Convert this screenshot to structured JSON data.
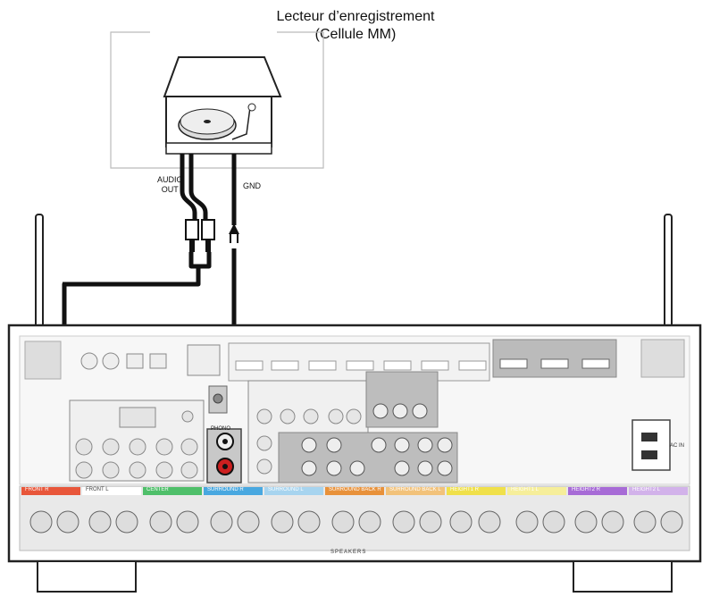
{
  "title": {
    "line1": "Lecteur d’enregistrement",
    "line2": "(Cellule MM)"
  },
  "labels": {
    "audio_out_1": "AUDIO",
    "audio_out_2": "OUT",
    "gnd": "GND",
    "ac_in": "AC IN",
    "speakers": "SPEAKERS",
    "phono": "PHONO"
  },
  "speaker_groups": [
    {
      "label": "FRONT R",
      "color": "#e8563a"
    },
    {
      "label": "FRONT L",
      "color": "#ffffff"
    },
    {
      "label": "CENTER",
      "color": "#4fbf6a"
    },
    {
      "label": "SURROUND R",
      "color": "#49a8e0"
    },
    {
      "label": "SURROUND L",
      "color": "#a7d4ef"
    },
    {
      "label": "SURROUND BACK R",
      "color": "#e8913a"
    },
    {
      "label": "SURROUND BACK L",
      "color": "#f2c27a"
    },
    {
      "label": "HEIGHT1 R",
      "color": "#f0e04a"
    },
    {
      "label": "HEIGHT1 L",
      "color": "#f6ee9a"
    },
    {
      "label": "HEIGHT2 R",
      "color": "#a76bd6"
    },
    {
      "label": "HEIGHT2 L",
      "color": "#d2b2ea"
    }
  ],
  "colors": {
    "cable": "#111111",
    "device_outline": "#333333",
    "panel_fill": "#f4f4f4",
    "terminal_gray": "#bdbdbd",
    "phono_red": "#cc1f1f"
  }
}
